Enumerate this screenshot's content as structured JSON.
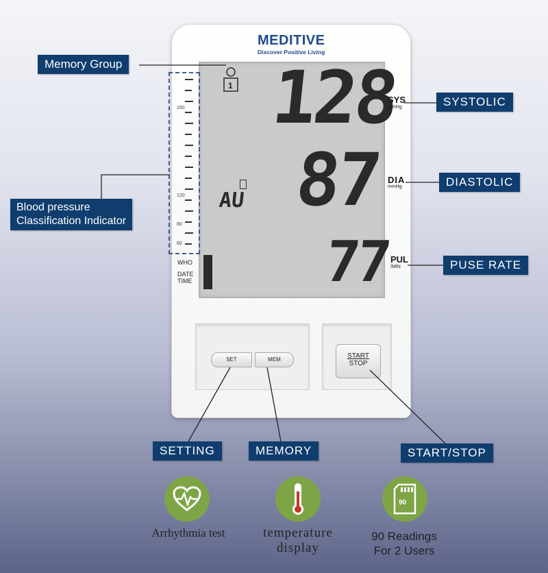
{
  "brand": {
    "name": "MEDITIVE",
    "tagline": "Discover Positive Living"
  },
  "display": {
    "systolic": "128",
    "diastolic": "87",
    "pulse": "77",
    "sys_unit": "SYS",
    "sys_sub": "mmHg",
    "dia_unit": "DIA",
    "dia_sub": "mmHg",
    "pul_unit": "PUL",
    "pul_sub": "/MIN",
    "memory_user": "1",
    "mode": "AU",
    "scale_labels": [
      "160",
      "120",
      "80",
      "60"
    ],
    "who": "WHO",
    "date": "DATE",
    "time": "TIME"
  },
  "labels": {
    "memory_group": "Memory Group",
    "systolic": "SYSTOLIC",
    "diastolic": "DIASTOLIC",
    "pulse_rate": "PUSE RATE",
    "classification_line1": "Blood pressure",
    "classification_line2": "Classification Indicator",
    "setting": "SETTING",
    "memory": "MEMORY",
    "start_stop": "START/STOP"
  },
  "buttons": {
    "set": "SET",
    "mem": "MEM",
    "start": "START",
    "stop": "STOP"
  },
  "features": [
    {
      "icon": "heart-pulse-icon",
      "text": "Arrhythmia test"
    },
    {
      "icon": "thermometer-icon",
      "text_line1": "temperature",
      "text_line2": "display"
    },
    {
      "icon": "memory-card-icon",
      "card_value": "90",
      "text_line1": "90 Readings",
      "text_line2": "For 2 Users"
    }
  ],
  "colors": {
    "label_bg": "#0f3d6e",
    "feature_green": "#7ea545",
    "brand_blue": "#1d4a8d",
    "lcd_bg": "#c9cac9"
  }
}
